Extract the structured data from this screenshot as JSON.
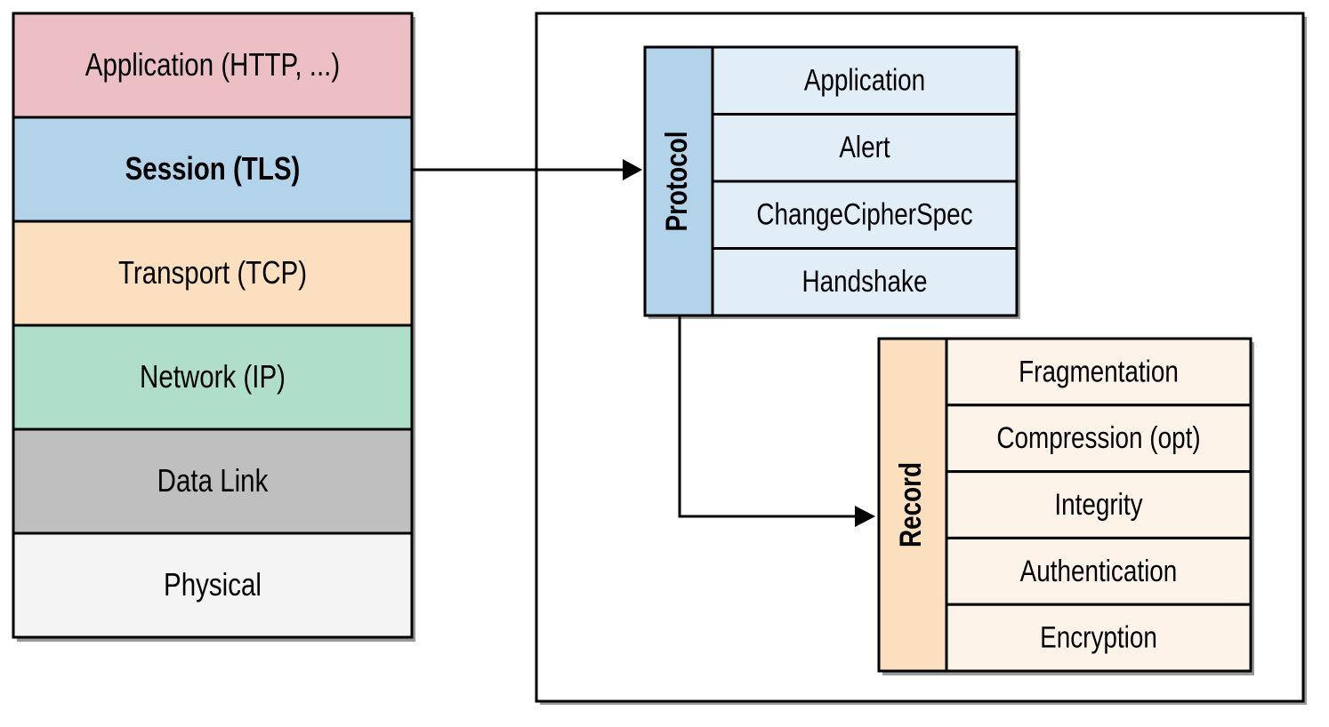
{
  "osi_layers": [
    {
      "label": "Application (HTTP, ...)",
      "color": "#ebbfc3",
      "bold": false
    },
    {
      "label": "Session (TLS)",
      "color": "#b2d3e9",
      "bold": true
    },
    {
      "label": "Transport (TCP)",
      "color": "#fcdfbe",
      "bold": false
    },
    {
      "label": "Network (IP)",
      "color": "#b0dfc9",
      "bold": false
    },
    {
      "label": "Data Link",
      "color": "#bfbfbf",
      "bold": false
    },
    {
      "label": "Physical",
      "color": "#f4f4f4",
      "bold": false
    }
  ],
  "protocol": {
    "title": "Protocol",
    "title_color": "#b2d3e9",
    "row_color": "#e1eef8",
    "items": [
      "Application",
      "Alert",
      "ChangeCipherSpec",
      "Handshake"
    ]
  },
  "record": {
    "title": "Record",
    "title_color": "#fcdfbe",
    "row_color": "#fdf3e9",
    "items": [
      "Fragmentation",
      "Compression (opt)",
      "Integrity",
      "Authentication",
      "Encryption"
    ]
  },
  "colors": {
    "stroke": "#000000",
    "shadow": "#9a9a9a"
  }
}
